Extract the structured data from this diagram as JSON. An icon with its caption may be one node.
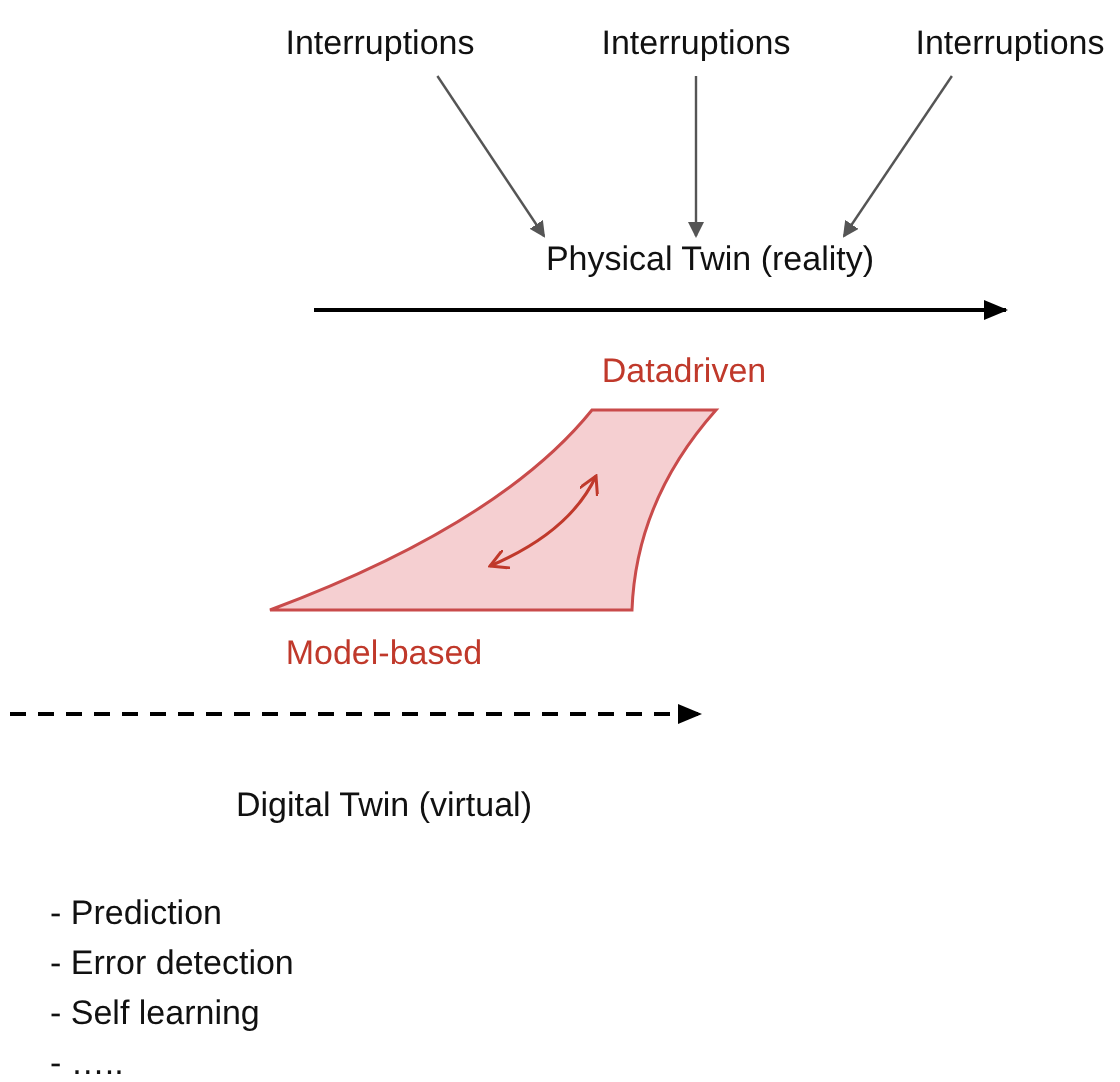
{
  "diagram": {
    "nodes": [
      {
        "text": [
          "Interruptions"
        ]
      },
      {
        "text": [
          "Interruptions"
        ]
      },
      {
        "text": [
          "Interruptions"
        ]
      },
      {
        "text": [
          "Physical Twin (reality)"
        ]
      }
    ],
    "edges": [
      {
        "from": 0,
        "to": 3,
        "arrow": "to"
      },
      {
        "from": 1,
        "to": 3,
        "arrow": "to"
      },
      {
        "from": 2,
        "to": 3,
        "arrow": "to"
      }
    ],
    "labels": [
      "Datadriven",
      "Model-based",
      "Digital Twin (virtual)",
      "- Prediction",
      "- Error detection",
      "- Self learning",
      "- ….."
    ]
  }
}
